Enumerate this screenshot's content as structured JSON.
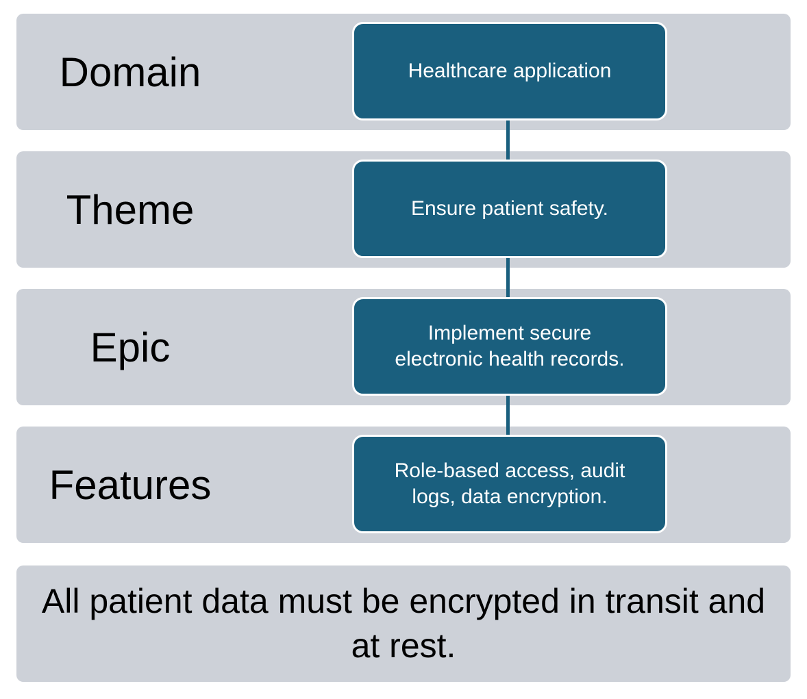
{
  "diagram": {
    "type": "hierarchy-smartart",
    "rows": [
      {
        "label": "Domain",
        "value": "Healthcare application"
      },
      {
        "label": "Theme",
        "value": "Ensure patient safety."
      },
      {
        "label": "Epic",
        "value": "Implement secure electronic health records."
      },
      {
        "label": "Features",
        "value": "Role-based access, audit logs, data encryption."
      }
    ],
    "note": "All patient data must be encrypted in transit and at rest.",
    "colors": {
      "background": "#ffffff",
      "row_background": "#cdd1d8",
      "value_box_background": "#1a5f7e",
      "value_box_border": "#ffffff",
      "value_box_text": "#ffffff",
      "label_text": "#000000",
      "note_text": "#000000",
      "connector": "#1a5f7e"
    }
  }
}
